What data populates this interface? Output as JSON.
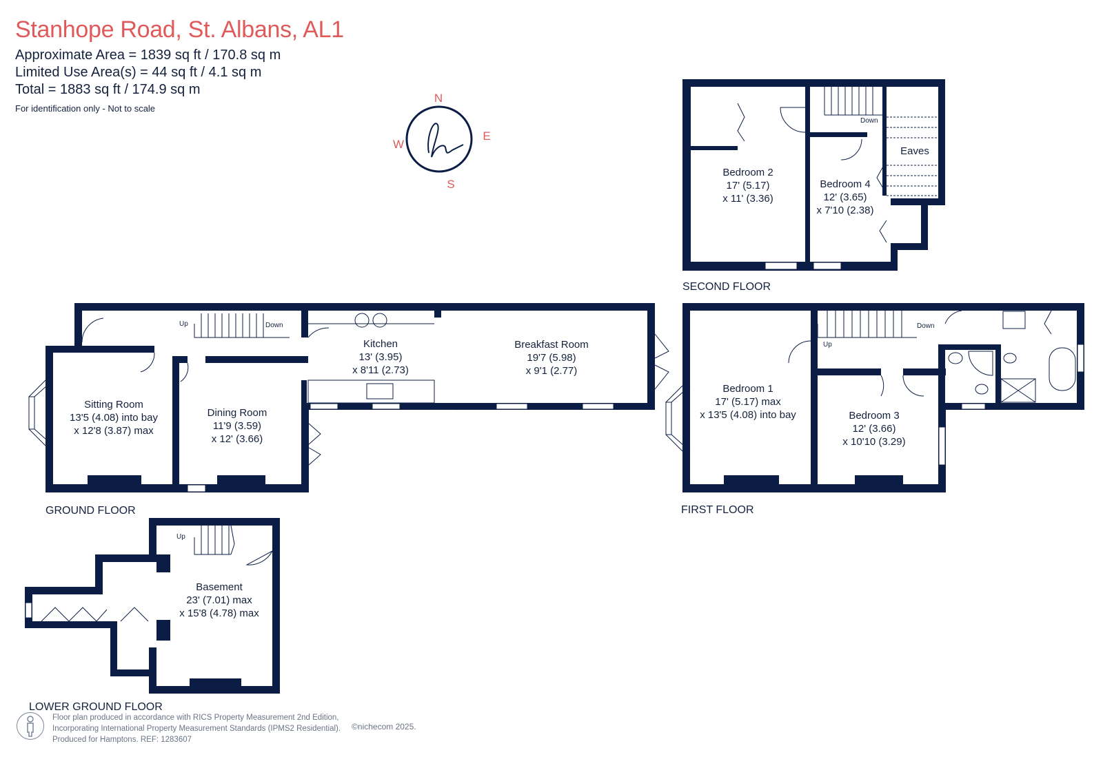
{
  "header": {
    "title": "Stanhope Road, St. Albans, AL1",
    "approximate_area": "Approximate Area = 1839 sq ft / 170.8 sq m",
    "limited_use": "Limited Use Area(s) = 44 sq ft / 4.1 sq m",
    "total": "Total = 1883 sq ft / 174.9 sq m",
    "disclaimer": "For identification only - Not to scale"
  },
  "compass": {
    "n": "N",
    "e": "E",
    "s": "S",
    "w": "W"
  },
  "floors": {
    "second": "SECOND FLOOR",
    "ground": "GROUND FLOOR",
    "first": "FIRST FLOOR",
    "lower": "LOWER GROUND FLOOR"
  },
  "rooms": {
    "bedroom2": [
      "Bedroom 2",
      "17' (5.17)",
      "x 11' (3.36)"
    ],
    "bedroom4": [
      "Bedroom 4",
      "12' (3.65)",
      "x 7'10 (2.38)"
    ],
    "eaves": "Eaves",
    "kitchen": [
      "Kitchen",
      "13' (3.95)",
      "x 8'11 (2.73)"
    ],
    "breakfast": [
      "Breakfast Room",
      "19'7 (5.98)",
      "x 9'1 (2.77)"
    ],
    "sitting": [
      "Sitting Room",
      "13'5 (4.08) into bay",
      "x 12'8 (3.87) max"
    ],
    "dining": [
      "Dining Room",
      "11'9 (3.59)",
      "x 12' (3.66)"
    ],
    "bedroom1": [
      "Bedroom 1",
      "17' (5.17) max",
      "x 13'5 (4.08) into bay"
    ],
    "bedroom3": [
      "Bedroom 3",
      "12' (3.66)",
      "x 10'10 (3.29)"
    ],
    "basement": [
      "Basement",
      "23' (7.01) max",
      "x 15'8 (4.78) max"
    ]
  },
  "stairs": {
    "up": "Up",
    "down": "Down"
  },
  "footer": {
    "line1": "Floor plan produced in accordance with RICS Property Measurement 2nd Edition,",
    "line2": "Incorporating International Property Measurement Standards (IPMS2 Residential).",
    "line3": "Produced for Hamptons.  REF: 1283607",
    "brand": "©nichecom 2025."
  },
  "colors": {
    "wall": "#0c1d45",
    "accent": "#e05a5a"
  }
}
